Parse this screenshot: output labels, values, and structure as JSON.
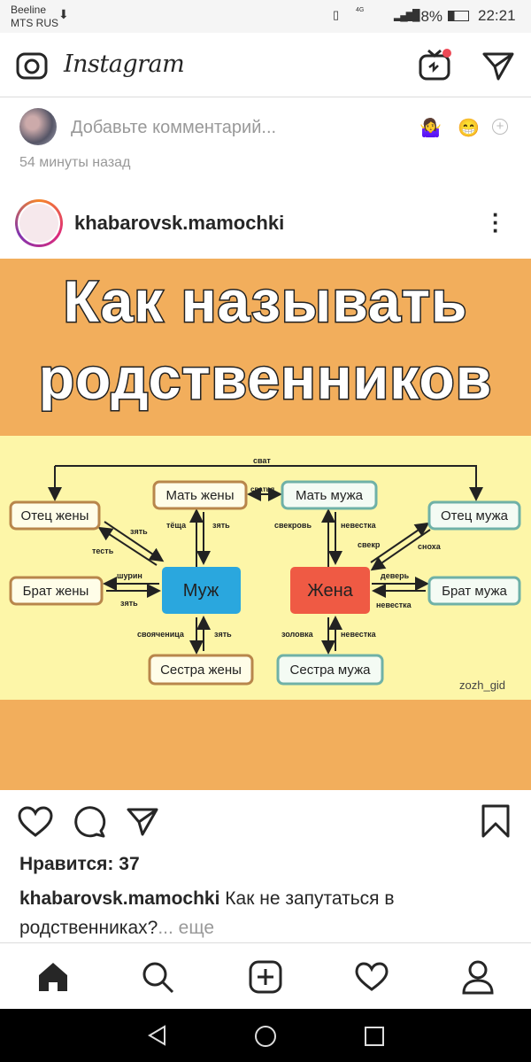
{
  "status": {
    "carrier1": "Beeline",
    "carrier2": "MTS RUS",
    "network": "4G",
    "battery": "28%",
    "time": "22:21"
  },
  "header": {
    "app_title": "Instagram"
  },
  "comment": {
    "placeholder": "Добавьте комментарий...",
    "emoji1": "🤷‍♀️",
    "emoji2": "😁",
    "time_ago": "54 минуты назад"
  },
  "post": {
    "username": "khabarovsk.mamochki",
    "image": {
      "title_line1": "Как  называть",
      "title_line2": "родственников",
      "watermark": "zozh_gid",
      "nodes": {
        "otec_zheny": "Отец жены",
        "mat_zheny": "Мать жены",
        "mat_muzha": "Мать мужа",
        "otec_muzha": "Отец мужа",
        "brat_zheny": "Брат жены",
        "muzh": "Муж",
        "zhena": "Жена",
        "brat_muzha": "Брат мужа",
        "sestra_zheny": "Сестра жены",
        "sestra_muzha": "Сестра мужа"
      },
      "labels": {
        "svat": "сват",
        "svatya": "сватья",
        "zyat1": "зять",
        "test": "тесть",
        "teshcha": "тёща",
        "zyat2": "зять",
        "svekrov": "свекровь",
        "nevestka1": "невестка",
        "svekr": "свекр",
        "snokha": "сноха",
        "shurin": "шурин",
        "zyat3": "зять",
        "dever": "деверь",
        "nevestka2": "невестка",
        "svoyachnica": "свояченица",
        "zyat4": "зять",
        "zolovka": "золовка",
        "nevestka3": "невестка"
      }
    },
    "likes": "Нравится: 37",
    "caption": "Как не запутаться в родственниках?",
    "more": "... еще"
  }
}
